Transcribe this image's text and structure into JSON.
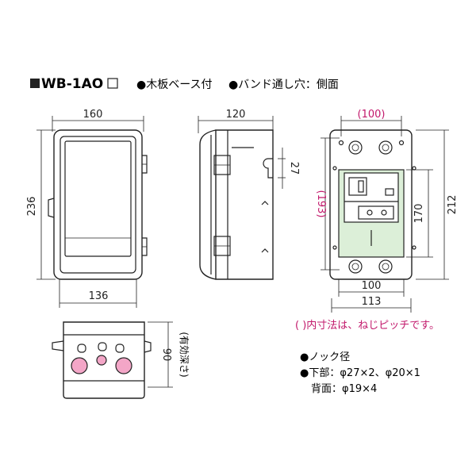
{
  "title": {
    "model": "WB-1AO",
    "feature1": "●木板ベース付",
    "feature2": "●バンド通し穴：側面"
  },
  "dimensions": {
    "front_width": "160",
    "front_height": "236",
    "front_bottom_width": "136",
    "side_depth": "120",
    "side_band_slot": "27",
    "back_pitch_top": "(100)",
    "back_pitch_vertical": "(193)",
    "back_inner_height": "170",
    "back_outer_height": "212",
    "back_inner_width": "100",
    "back_outer_width": "113",
    "bottom_depth": "90",
    "bottom_depth_note": "(有効深さ)"
  },
  "notes": {
    "pitch_note": "( )内寸法は、ねじピッチです。",
    "knock_heading": "●ノック径",
    "knock_bottom": "●下部：φ27×2、φ20×1",
    "knock_back": "背面：φ19×4"
  },
  "colors": {
    "accent_pink": "#c2186b",
    "knock_fill": "#f3a6c7",
    "base_green": "#dcefd8",
    "line": "#222222"
  }
}
